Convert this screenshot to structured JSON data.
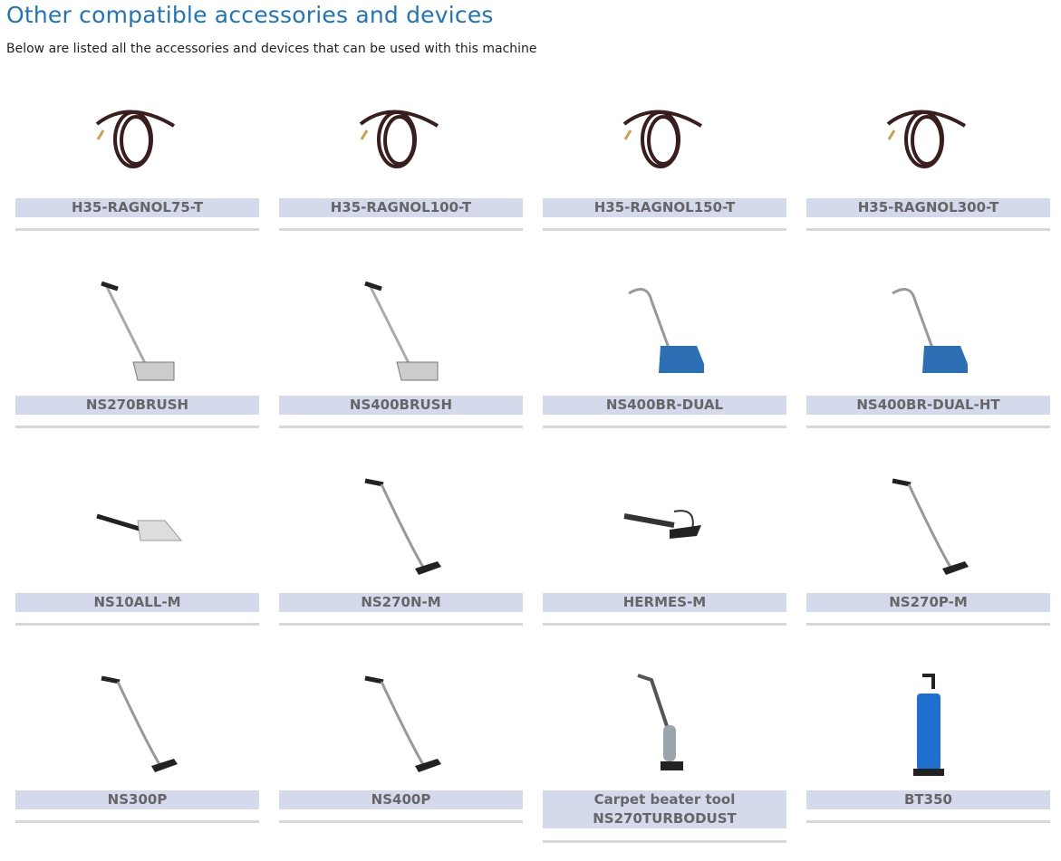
{
  "header": {
    "title": "Other compatible accessories and devices",
    "subtitle": "Below are listed all the accessories and devices that can be used with this machine"
  },
  "products": [
    {
      "name": "H35-RAGNOL75-T",
      "icon": "hose"
    },
    {
      "name": "H35-RAGNOL100-T",
      "icon": "hose"
    },
    {
      "name": "H35-RAGNOL150-T",
      "icon": "hose"
    },
    {
      "name": "H35-RAGNOL300-T",
      "icon": "hose"
    },
    {
      "name": "NS270BRUSH",
      "icon": "brush"
    },
    {
      "name": "NS400BRUSH",
      "icon": "brush"
    },
    {
      "name": "NS400BR-DUAL",
      "icon": "dual"
    },
    {
      "name": "NS400BR-DUAL-HT",
      "icon": "dual"
    },
    {
      "name": "NS10ALL-M",
      "icon": "hand"
    },
    {
      "name": "NS270N-M",
      "icon": "wand"
    },
    {
      "name": "HERMES-M",
      "icon": "hermes"
    },
    {
      "name": "NS270P-M",
      "icon": "wand"
    },
    {
      "name": "NS300P",
      "icon": "wand"
    },
    {
      "name": "NS400P",
      "icon": "wand"
    },
    {
      "name": "Carpet beater tool NS270TURBODUST",
      "icon": "turbo"
    },
    {
      "name": "BT350",
      "icon": "vacuum"
    }
  ]
}
